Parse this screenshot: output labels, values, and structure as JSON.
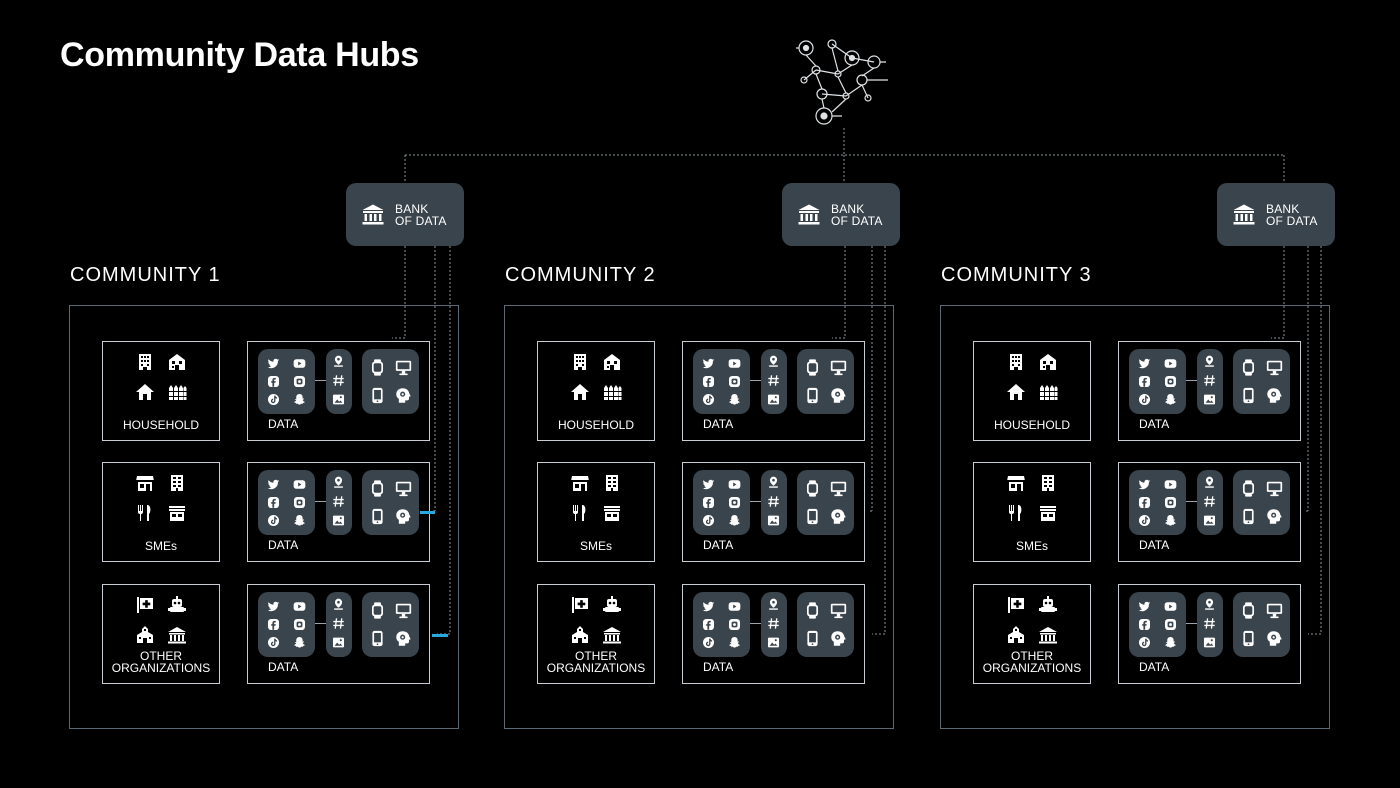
{
  "page": {
    "title": "Community Data Hubs"
  },
  "bank": {
    "label": "BANK\nOF DATA"
  },
  "communities": [
    {
      "title": "COMMUNITY 1"
    },
    {
      "title": "COMMUNITY 2"
    },
    {
      "title": "COMMUNITY 3"
    }
  ],
  "categories": [
    {
      "label": "HOUSEHOLD",
      "icons": [
        "apartment-building-icon",
        "house-store-icon",
        "house-icon",
        "fence-icon"
      ]
    },
    {
      "label": "SMEs",
      "icons": [
        "storefront-icon",
        "office-building-icon",
        "fork-knife-icon",
        "shop-icon"
      ]
    },
    {
      "label": "OTHER\nORGANIZATIONS",
      "icons": [
        "medical-flag-icon",
        "robot-icon",
        "school-icon",
        "government-building-icon"
      ]
    }
  ],
  "data_label": "DATA",
  "data_icons": {
    "social": [
      "twitter-icon",
      "youtube-icon",
      "facebook-icon",
      "instagram-icon",
      "tiktok-icon",
      "snapchat-icon"
    ],
    "tags": [
      "location-pin-icon",
      "hashtag-icon",
      "image-icon"
    ],
    "devices": [
      "smartwatch-icon",
      "monitor-icon",
      "smartphone-icon",
      "brain-icon"
    ]
  },
  "colors": {
    "background": "#000000",
    "panel": "#3a444c",
    "accent_link": "#28a9e0",
    "box_border": "#c6ccd1",
    "community_border": "#5b6a74",
    "wire": "#8a949a"
  }
}
